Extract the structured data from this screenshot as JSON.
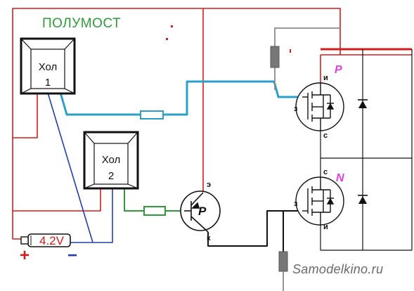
{
  "title": "ПОЛУМОСТ",
  "hall_sensors": [
    {
      "line1": "Хол",
      "line2": "1"
    },
    {
      "line1": "Хол",
      "line2": "2"
    }
  ],
  "mosfets": [
    {
      "type": "P",
      "pin_gate": "з",
      "pin_source": "и",
      "pin_drain": "с"
    },
    {
      "type": "N",
      "pin_gate": "з",
      "pin_source": "и",
      "pin_drain": "с"
    }
  ],
  "transistor": {
    "type": "P",
    "pin_emitter": "э",
    "pin_collector": "к"
  },
  "battery": {
    "label": "4.2V",
    "plus": "+",
    "minus": "−"
  },
  "watermark": "Samodelkino.ru",
  "colors": {
    "positive_wire": "#d01e1e",
    "negative_wire": "#2040b0",
    "hall1_signal": "#2aa0c8",
    "hall2_signal": "#2e9a3a",
    "gate_wire": "#111111",
    "title": "#2e9a3a",
    "channel_label": "#e040e0"
  }
}
